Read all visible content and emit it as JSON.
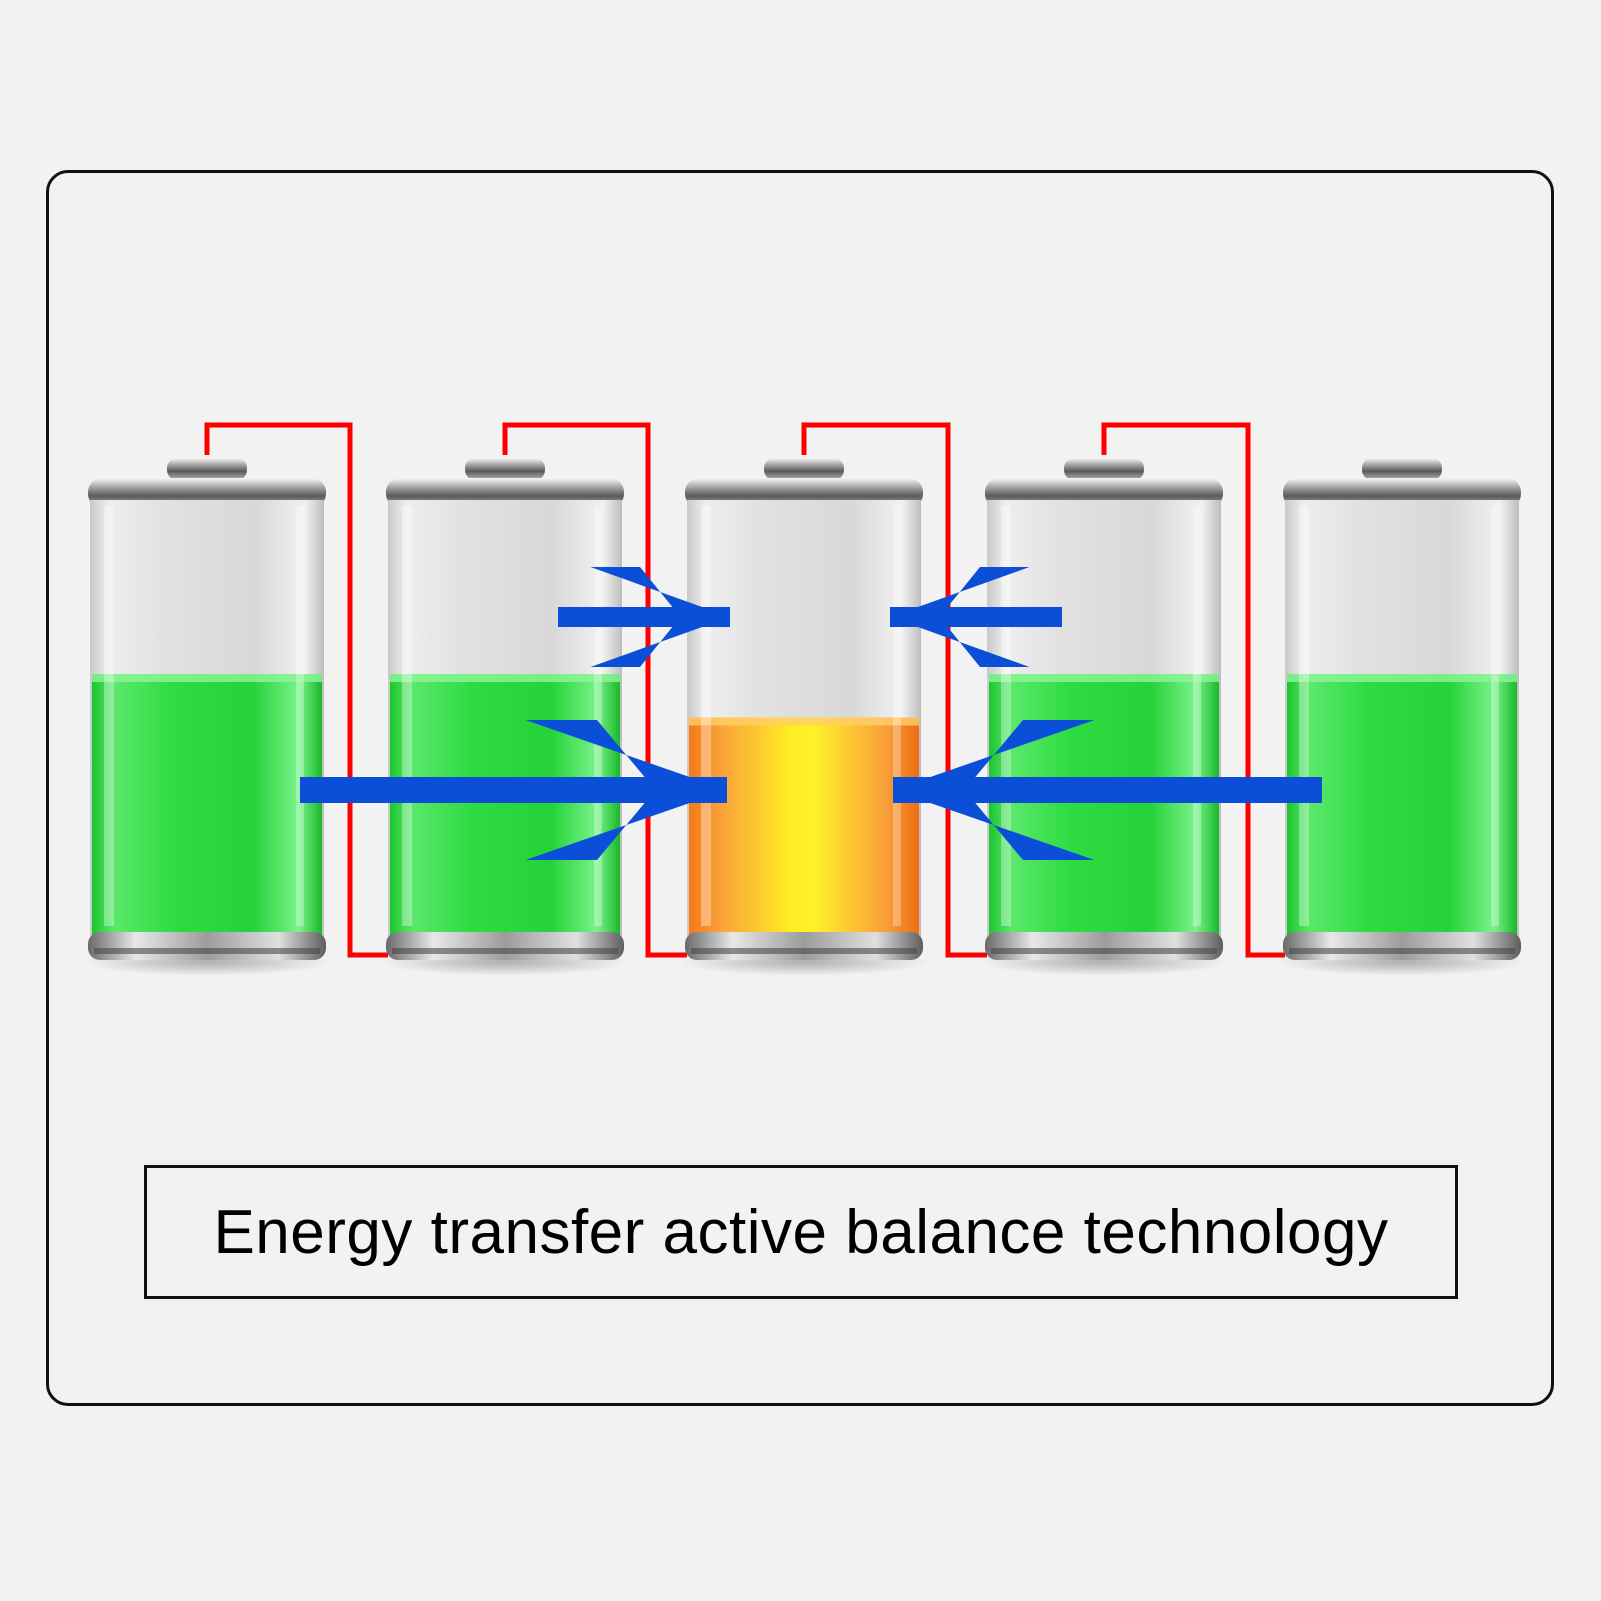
{
  "caption": "Energy transfer active balance technology",
  "colors": {
    "background": "#f2f2f2",
    "frame_border": "#111111",
    "wire": "#ff0000",
    "arrow": "#0b4fd8",
    "charge_full": "#22d63a",
    "charge_low": "#ff9f1c",
    "charge_low_highlight": "#ffe81a"
  },
  "cells": [
    {
      "id": "cell-1",
      "charge_fraction": 0.6,
      "state": "high",
      "fill_color": "green"
    },
    {
      "id": "cell-2",
      "charge_fraction": 0.6,
      "state": "high",
      "fill_color": "green"
    },
    {
      "id": "cell-3",
      "charge_fraction": 0.5,
      "state": "low",
      "fill_color": "orange"
    },
    {
      "id": "cell-4",
      "charge_fraction": 0.6,
      "state": "high",
      "fill_color": "green"
    },
    {
      "id": "cell-5",
      "charge_fraction": 0.6,
      "state": "high",
      "fill_color": "green"
    }
  ],
  "arrows": [
    {
      "id": "arrow-from-cell-2-upper",
      "direction": "right",
      "target": "cell-3"
    },
    {
      "id": "arrow-from-cell-4-upper",
      "direction": "left",
      "target": "cell-3"
    },
    {
      "id": "arrow-from-cell-1-lower",
      "direction": "right",
      "target": "cell-3"
    },
    {
      "id": "arrow-from-cell-5-lower",
      "direction": "left",
      "target": "cell-3"
    }
  ],
  "icons": {
    "battery": "battery-icon",
    "arrow": "arrow-icon",
    "wire": "series-wire"
  }
}
